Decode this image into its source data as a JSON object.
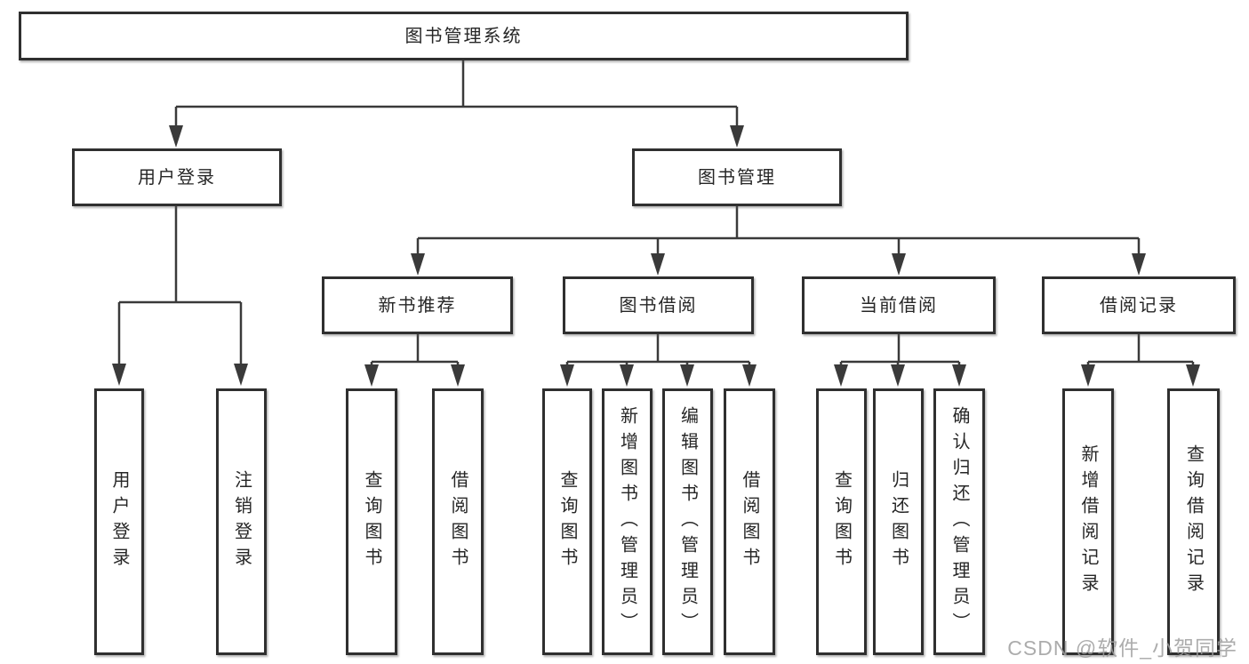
{
  "tree": {
    "label": "图书管理系统",
    "children": [
      {
        "label": "用户登录",
        "children": [
          {
            "label": "用户登录"
          },
          {
            "label": "注销登录"
          }
        ]
      },
      {
        "label": "图书管理",
        "children": [
          {
            "label": "新书推荐",
            "children": [
              {
                "label": "查询图书"
              },
              {
                "label": "借阅图书"
              }
            ]
          },
          {
            "label": "图书借阅",
            "children": [
              {
                "label": "查询图书"
              },
              {
                "label": "新增图书（管理员）"
              },
              {
                "label": "编辑图书（管理员）"
              },
              {
                "label": "借阅图书"
              }
            ]
          },
          {
            "label": "当前借阅",
            "children": [
              {
                "label": "查询图书"
              },
              {
                "label": "归还图书"
              },
              {
                "label": "确认归还（管理员）"
              }
            ]
          },
          {
            "label": "借阅记录",
            "children": [
              {
                "label": "新增借阅记录"
              },
              {
                "label": "查询借阅记录"
              }
            ]
          }
        ]
      }
    ]
  },
  "watermark": {
    "text": "CSDN @软件_小贺同学"
  },
  "colors": {
    "line": "#3a3a3a",
    "box_border": "#2f2f2f",
    "text": "#262626",
    "watermark": "#9e9e9e",
    "background": "#ffffff"
  }
}
